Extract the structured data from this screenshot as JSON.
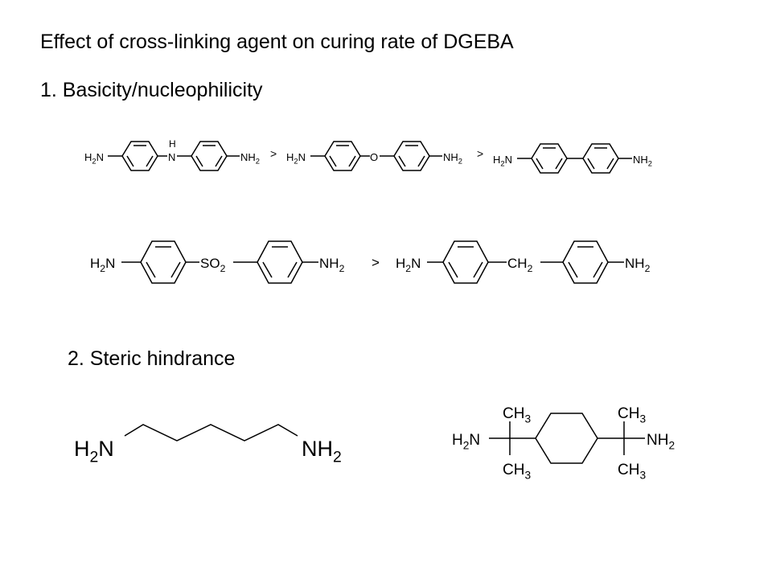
{
  "slide": {
    "title": "Effect of cross-linking agent on curing rate of DGEBA",
    "section1": "1. Basicity/nucleophilicity",
    "section2": "2. Steric hindrance"
  },
  "structures": {
    "row1": {
      "m1_left": "H2N",
      "m1_bridge_h": "H",
      "m1_bridge_n": "N",
      "m1_right": "NH2",
      "gt1": ">",
      "m2_left": "H2N",
      "m2_bridge": "O",
      "m2_right": "NH2",
      "gt2": ">",
      "m3_left": "H2N",
      "m3_right": "NH2"
    },
    "row2": {
      "m4_left": "H2N",
      "m4_bridge": "SO2",
      "m4_right": "NH2",
      "gt": ">",
      "m5_left": "H2N",
      "m5_bridge": "CH2",
      "m5_right": "NH2"
    },
    "row3": {
      "m6_left": "H2N",
      "m6_right": "NH2",
      "m7_left": "H2N",
      "m7_right": "NH2",
      "m7_ch3": "CH3"
    }
  }
}
